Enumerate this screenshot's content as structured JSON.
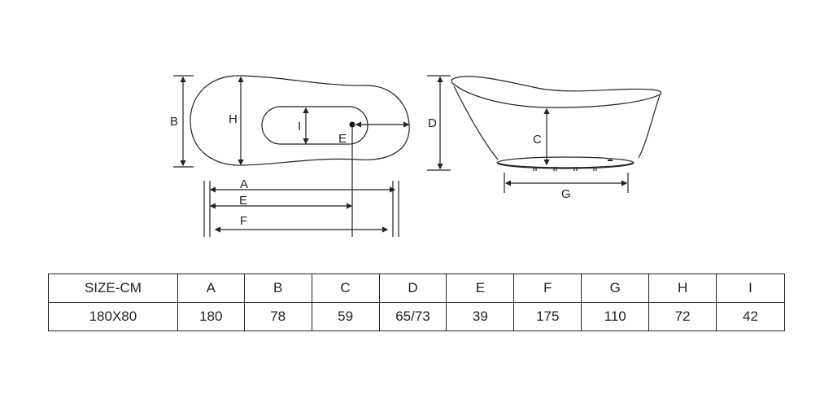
{
  "top_view": {
    "labels": {
      "B": "B",
      "H": "H",
      "I": "I",
      "E_inner": "E",
      "A": "A",
      "E": "E",
      "F": "F"
    }
  },
  "side_view": {
    "labels": {
      "D": "D",
      "C": "C",
      "G": "G"
    }
  },
  "table": {
    "headers": [
      "SIZE-CM",
      "A",
      "B",
      "C",
      "D",
      "E",
      "F",
      "G",
      "H",
      "I"
    ],
    "rows": [
      [
        "180X80",
        "180",
        "78",
        "59",
        "65/73",
        "39",
        "175",
        "110",
        "72",
        "42"
      ]
    ]
  }
}
